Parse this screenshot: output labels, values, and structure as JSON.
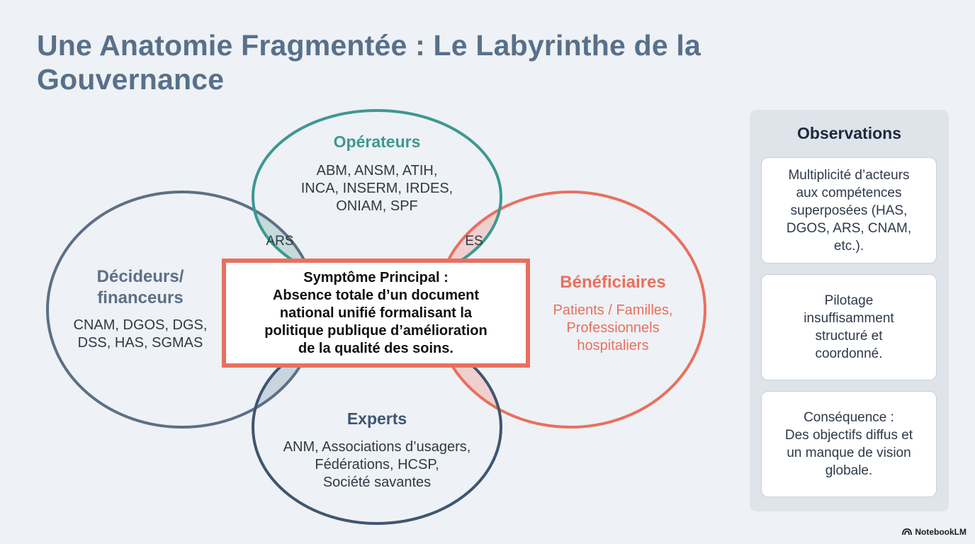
{
  "title": "Une Anatomie Fragmentée : Le Labyrinthe de la Gouvernance",
  "colors": {
    "operateurs": "#3d9890",
    "decideurs": "#5c7085",
    "beneficiaires": "#e8705f",
    "experts": "#3f566f"
  },
  "groups": {
    "operateurs": {
      "title": "Opérateurs",
      "members": [
        "ABM, ANSM, ATIH,",
        "INCA, INSERM, IRDES,",
        "ONIAM, SPF"
      ]
    },
    "decideurs": {
      "title": [
        "Décideurs/",
        "financeurs"
      ],
      "members": [
        "CNAM, DGOS, DGS,",
        "DSS, HAS, SGMAS"
      ]
    },
    "beneficiaires": {
      "title": "Bénéficiaires",
      "members": [
        "Patients / Familles,",
        "Professionnels",
        "hospitaliers"
      ]
    },
    "experts": {
      "title": "Experts",
      "members": [
        "ANM, Associations d’usagers,",
        "Fédérations, HCSP,",
        "Société savantes"
      ]
    }
  },
  "overlaps": {
    "ars": "ARS",
    "es": "ES"
  },
  "symptom": {
    "lines": [
      "Symptôme Principal :",
      "Absence totale d’un document",
      "national unifié formalisant la",
      "politique publique d’amélioration",
      "de la qualité des soins."
    ]
  },
  "observations": {
    "title": "Observations",
    "cards": [
      [
        "Multiplicité d’acteurs",
        "aux compétences",
        "superposées (HAS,",
        "DGOS, ARS, CNAM,",
        "etc.)."
      ],
      [
        "Pilotage",
        "insuffisamment",
        "structuré et",
        "coordonné."
      ],
      [
        "Conséquence :",
        "Des objectifs diffus et",
        "un manque de vision",
        "globale."
      ]
    ]
  },
  "brand": {
    "name": "NotebookLM",
    "icon": "notebooklm-logo-icon"
  }
}
